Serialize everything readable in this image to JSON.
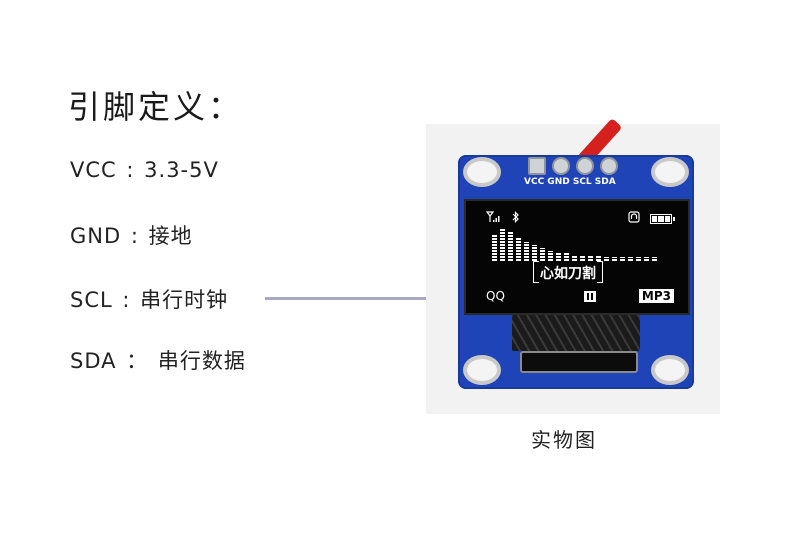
{
  "heading": "引脚定义：",
  "pins": [
    {
      "name": "VCC",
      "sep": ":",
      "desc": "3.3-5V"
    },
    {
      "name": "GND",
      "sep": ":",
      "desc": "接地"
    },
    {
      "name": "SCL",
      "sep": ":",
      "desc": "串行时钟"
    },
    {
      "name": "SDA",
      "sep": "：",
      "desc": "串行数据"
    }
  ],
  "module": {
    "pin_labels": "VCC GND SCL SDA",
    "wire_color": "#d6201e",
    "board_color": "#1f44b8",
    "screen": {
      "status_icons": [
        "signal-icon",
        "bluetooth-icon",
        "headset-icon",
        "battery-icon"
      ],
      "spectrum_levels": [
        0.85,
        1.0,
        0.9,
        0.75,
        0.6,
        0.5,
        0.4,
        0.32,
        0.28,
        0.25,
        0.2,
        0.18,
        0.16,
        0.15,
        0.14,
        0.13,
        0.12,
        0.12,
        0.12,
        0.12,
        0.12
      ],
      "song_title": "心如刀割",
      "left_label": "QQ",
      "format_badge": "MP3"
    }
  },
  "caption": "实物图"
}
